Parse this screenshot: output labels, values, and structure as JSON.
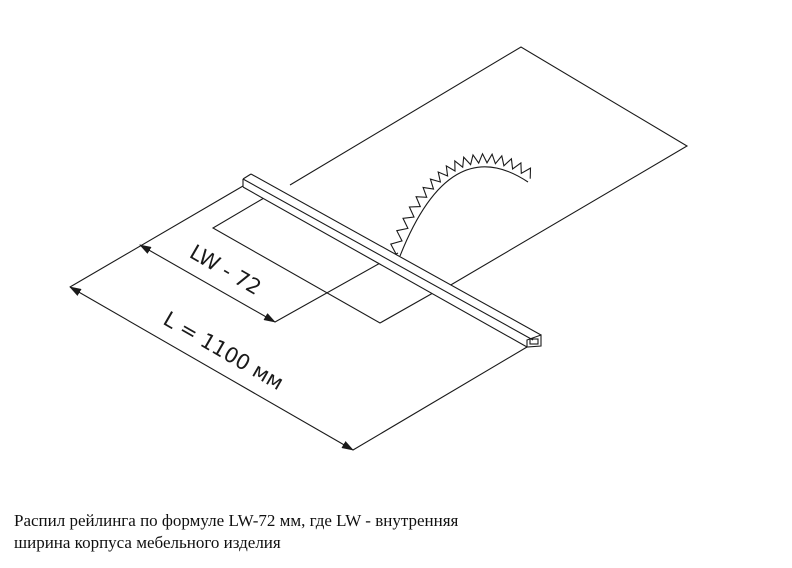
{
  "labels": {
    "cut_length": "LW - 72",
    "total_length": "L = 1100 мм"
  },
  "caption": {
    "line1": "Распил рейлинга по формуле LW-72 мм, где LW - внутренняя",
    "line2": "ширина корпуса мебельного изделия"
  },
  "colors": {
    "line": "#1a1a1a",
    "background": "#ffffff"
  }
}
